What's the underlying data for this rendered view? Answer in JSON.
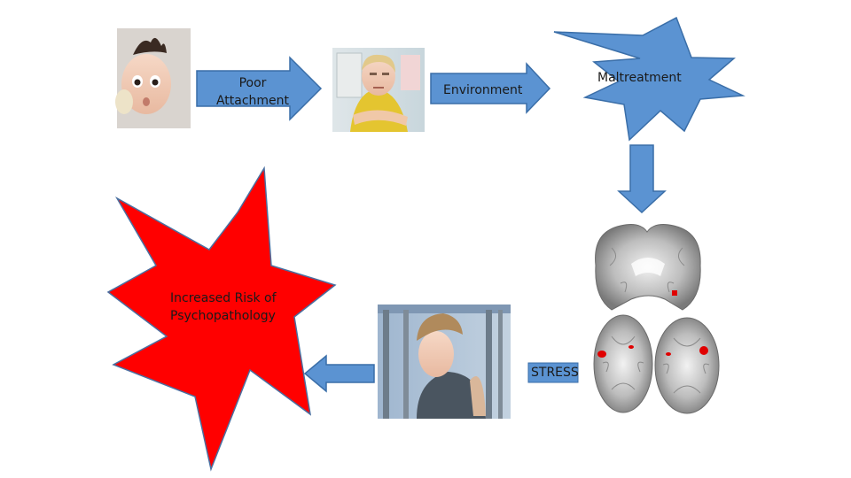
{
  "labels": {
    "poor_attachment_line1": "Poor",
    "poor_attachment_line2": "Attachment",
    "environment": "Environment",
    "maltreatment": "Maltreatment",
    "risk_line1": "Increased Risk of",
    "risk_line2": "Psychopathology",
    "stress": "STRESS"
  },
  "images": {
    "baby": "startled baby photo",
    "child": "frowning child with crossed arms photo",
    "brain_scans": "brain MRI scans with highlighted regions",
    "teen": "distressed teenager leaning on fence photo"
  },
  "colors": {
    "arrow_fill": "#5b93d2",
    "arrow_stroke": "#3a6ea8",
    "burst_red": "#ff0000",
    "burst_stroke": "#4a6fa0"
  }
}
